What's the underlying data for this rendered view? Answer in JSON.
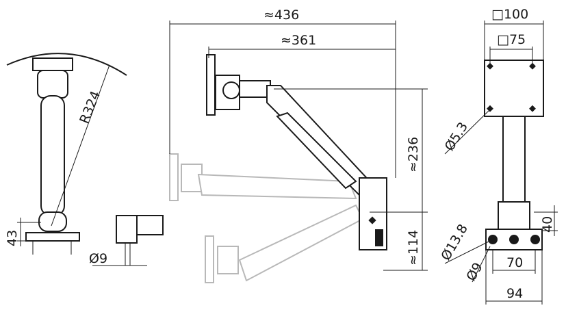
{
  "dimensions": {
    "overall_reach": "≈436",
    "arm_reach": "≈361",
    "height_above": "≈236",
    "height_below": "≈114",
    "swing_radius": "R324",
    "clamp_height": "43",
    "bolt_diameter_side": "Ø9",
    "vesa_large": "□100",
    "vesa_small": "□75",
    "vesa_hole": "Ø5.3",
    "base_height": "40",
    "base_hole_large": "Ø13.8",
    "base_hole_small": "Ø9",
    "hole_spacing": "70",
    "base_width": "94"
  }
}
